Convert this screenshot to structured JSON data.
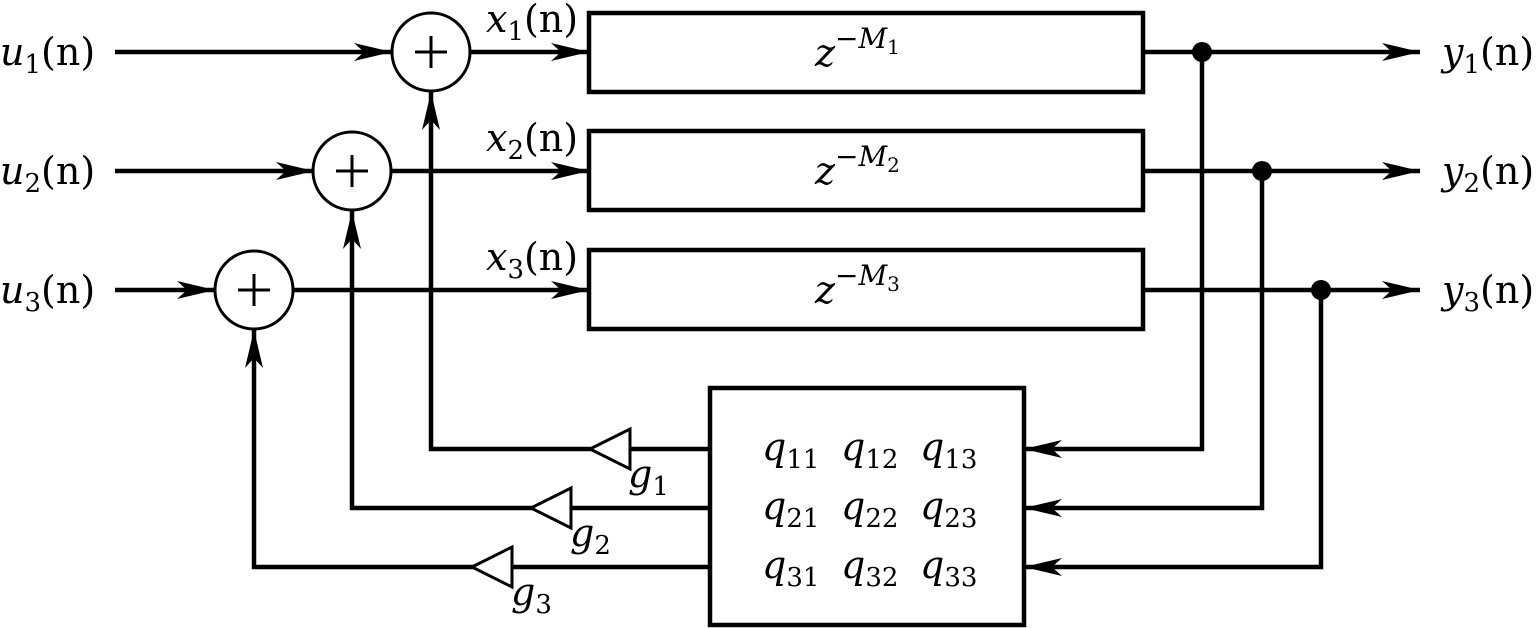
{
  "inputs": [
    {
      "var": "u",
      "sub": "1",
      "arg": "(n)"
    },
    {
      "var": "u",
      "sub": "2",
      "arg": "(n)"
    },
    {
      "var": "u",
      "sub": "3",
      "arg": "(n)"
    }
  ],
  "signals": [
    {
      "var": "x",
      "sub": "1",
      "arg": "(n)"
    },
    {
      "var": "x",
      "sub": "2",
      "arg": "(n)"
    },
    {
      "var": "x",
      "sub": "3",
      "arg": "(n)"
    }
  ],
  "outputs": [
    {
      "var": "y",
      "sub": "1",
      "arg": "(n)"
    },
    {
      "var": "y",
      "sub": "2",
      "arg": "(n)"
    },
    {
      "var": "y",
      "sub": "3",
      "arg": "(n)"
    }
  ],
  "delays": [
    {
      "base": "z",
      "exp": "−M",
      "exp_sub": "1"
    },
    {
      "base": "z",
      "exp": "−M",
      "exp_sub": "2"
    },
    {
      "base": "z",
      "exp": "−M",
      "exp_sub": "3"
    }
  ],
  "gains": [
    {
      "var": "g",
      "sub": "1"
    },
    {
      "var": "g",
      "sub": "2"
    },
    {
      "var": "g",
      "sub": "3"
    }
  ],
  "matrix": [
    [
      {
        "var": "q",
        "sub": "11"
      },
      {
        "var": "q",
        "sub": "12"
      },
      {
        "var": "q",
        "sub": "13"
      }
    ],
    [
      {
        "var": "q",
        "sub": "21"
      },
      {
        "var": "q",
        "sub": "22"
      },
      {
        "var": "q",
        "sub": "23"
      }
    ],
    [
      {
        "var": "q",
        "sub": "31"
      },
      {
        "var": "q",
        "sub": "32"
      },
      {
        "var": "q",
        "sub": "33"
      }
    ]
  ],
  "summer_symbol": "+"
}
